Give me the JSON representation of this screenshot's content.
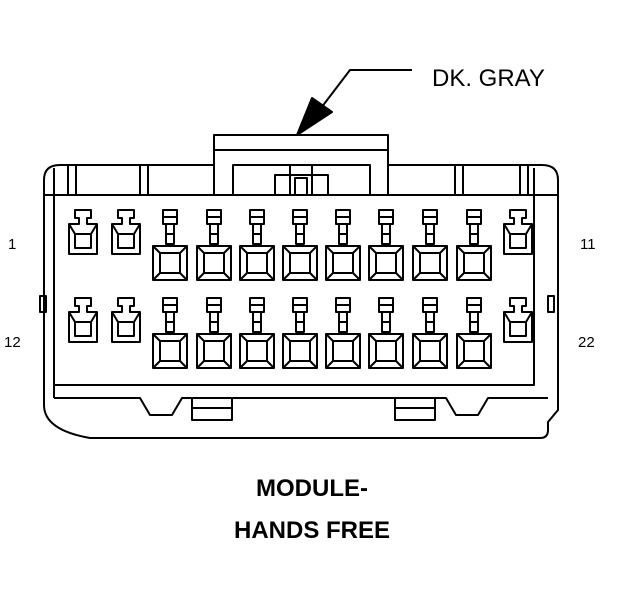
{
  "connector": {
    "color_label": "DK. GRAY",
    "pin_labels": {
      "top_left": "1",
      "top_right": "11",
      "bottom_left": "12",
      "bottom_right": "22"
    }
  },
  "caption": {
    "line1": "MODULE-",
    "line2": "HANDS FREE"
  },
  "colors": {
    "ink": "#000000",
    "background": "#ffffff"
  }
}
